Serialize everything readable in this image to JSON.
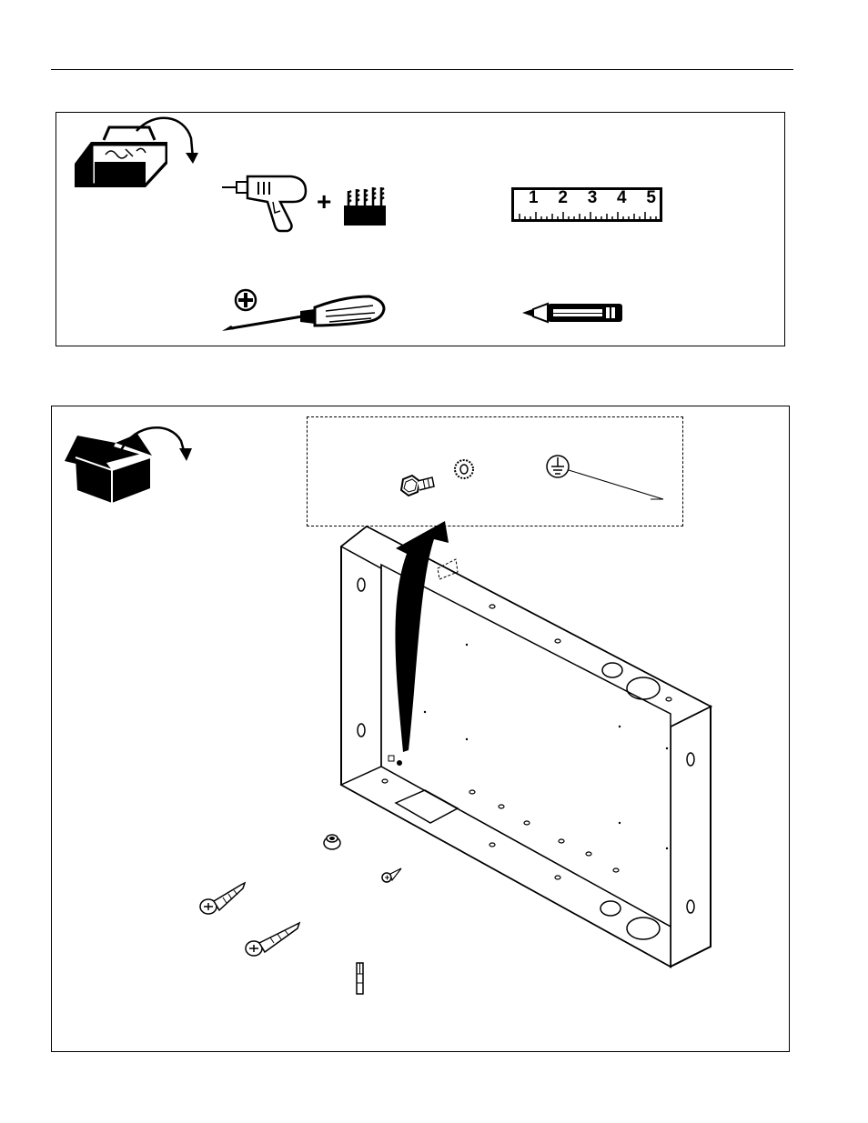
{
  "tools": {
    "toolbox_icon": "toolbox-icon",
    "drill_icon": "drill-icon",
    "plus_symbol": "+",
    "drill_bits_icon": "drill-bits-icon",
    "ruler_numbers": [
      "1",
      "2",
      "3",
      "4",
      "5"
    ],
    "screwdriver_icon": "phillips-screwdriver-icon",
    "pencil_icon": "pencil-icon"
  },
  "parts": {
    "box_icon": "open-box-icon",
    "items": [
      "hex-screw-icon",
      "star-washer-icon",
      "ground-symbol-icon",
      "wall-box-icon",
      "anchor-icon",
      "small-screw-icon",
      "long-screw-icon",
      "long-screw-icon",
      "driver-bit-icon"
    ]
  }
}
